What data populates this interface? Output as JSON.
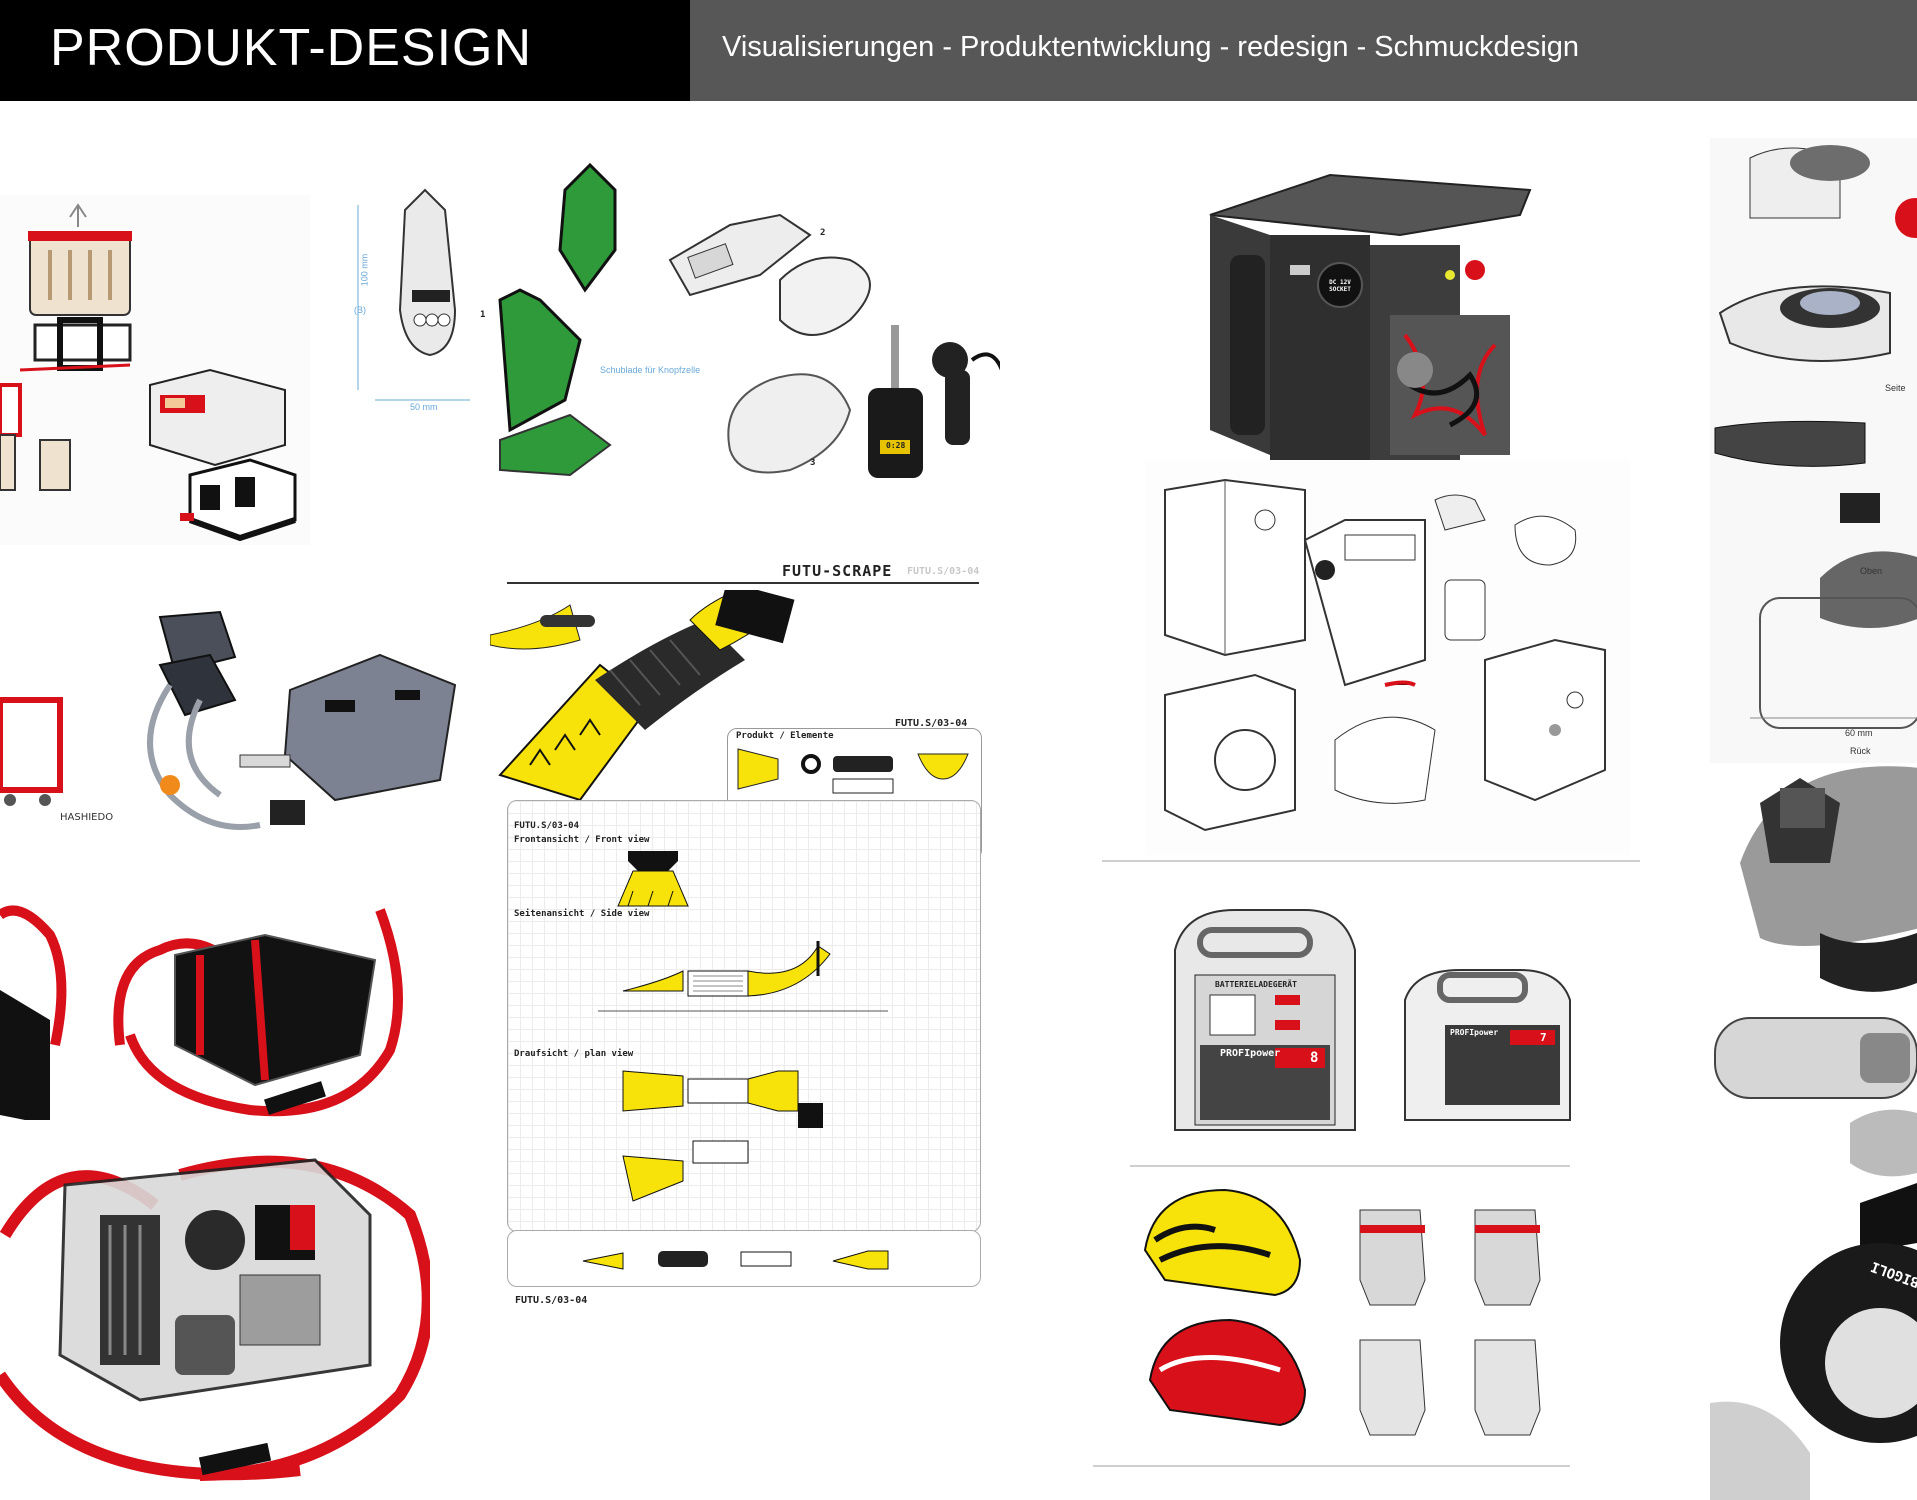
{
  "header": {
    "title": "PRODUKT-DESIGN",
    "subtitle": "Visualisierungen - Produktentwicklung - redesign - Schmuckdesign"
  },
  "futu": {
    "title": "FUTU-SCRAPE",
    "code_light": "FUTU.S/03-04",
    "code_panel": "FUTU.S/03-04",
    "elements_label": "Produkt / Elemente",
    "sheet_code": "FUTU.S/03-04",
    "front_view": "Frontansicht / Front view",
    "side_view": "Seitenansicht / Side view",
    "plan_view": "Draufsicht / plan view",
    "bottom_code": "FUTU.S/03-04"
  },
  "charger": {
    "label_device": "BATTERIELADEGERÄT",
    "brand": "PROFIpower",
    "model_big": "8",
    "model_small": "7"
  },
  "pump": {
    "socket_label": "DC 12V SOCKET"
  },
  "bike_light": {
    "brand": "BIGOLI",
    "dim_60": "60 mm",
    "label_oben": "Oben",
    "label_ruck": "Rück",
    "label_seite": "Seite"
  },
  "lighter": {
    "dim_100": "100 mm",
    "dim_50": "50 mm",
    "dim_b": "(B)",
    "note_1": "Schublade für Knopfzelle",
    "num_1": "1",
    "num_2": "2",
    "num_3": "3",
    "display": "0:28"
  },
  "colors": {
    "header_left": "#000000",
    "header_right": "#575757",
    "accent_red": "#d8101a",
    "accent_yellow": "#f7e20a",
    "pcb_green": "#2e9a3a"
  }
}
